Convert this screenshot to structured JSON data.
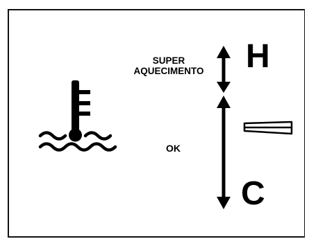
{
  "labels": {
    "overheat_line1": "SUPER",
    "overheat_line2": "AQUECIMENTO",
    "ok": "OK",
    "hot": "H",
    "cold": "C"
  },
  "icons": {
    "coolant_temperature": "coolant-temperature-icon",
    "needle": "gauge-needle-icon"
  },
  "colors": {
    "ink": "#000000",
    "background": "#ffffff"
  }
}
